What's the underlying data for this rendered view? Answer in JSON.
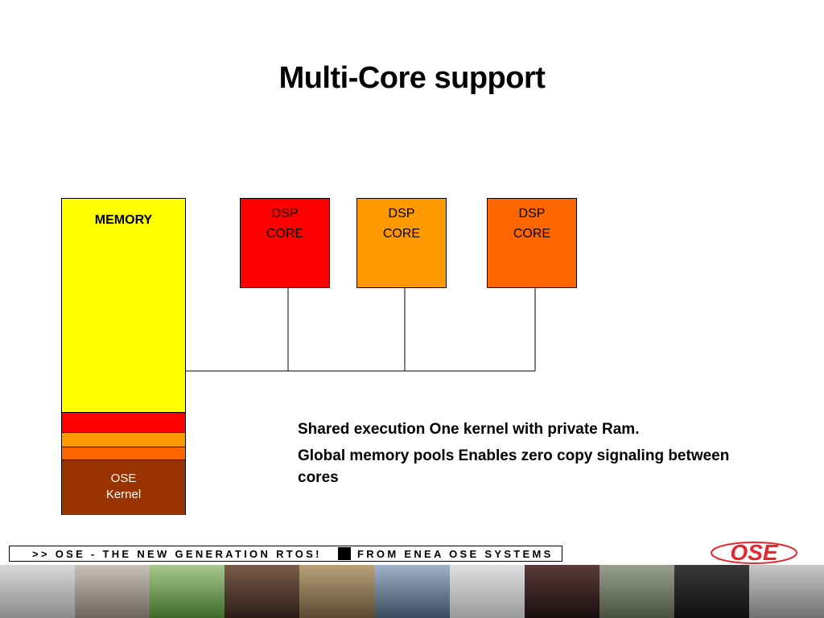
{
  "slide": {
    "title": "Multi-Core support"
  },
  "diagram": {
    "memory": {
      "label": "MEMORY",
      "kernel_label_line1": "OSE",
      "kernel_label_line2": "Kernel"
    },
    "dsp_cores": [
      {
        "line1": "DSP",
        "line2": "CORE",
        "color": "#ff0000"
      },
      {
        "line1": "DSP",
        "line2": "CORE",
        "color": "#ff9900"
      },
      {
        "line1": "DSP",
        "line2": "CORE",
        "color": "#ff6600"
      }
    ],
    "colors": {
      "memory": "#ffff00",
      "kernel": "#993300",
      "red": "#ff0000",
      "orange": "#ff9900",
      "dark_orange": "#ff6600"
    }
  },
  "notes": [
    "Shared execution One kernel with private Ram.",
    "Global memory pools Enables zero copy signaling between cores"
  ],
  "footer": {
    "banner_left": ">> OSE - THE NEW GENERATION RTOS!",
    "banner_right": "FROM ENEA OSE SYSTEMS",
    "logo_text": "OSE",
    "logo_color": "#e8262b"
  }
}
